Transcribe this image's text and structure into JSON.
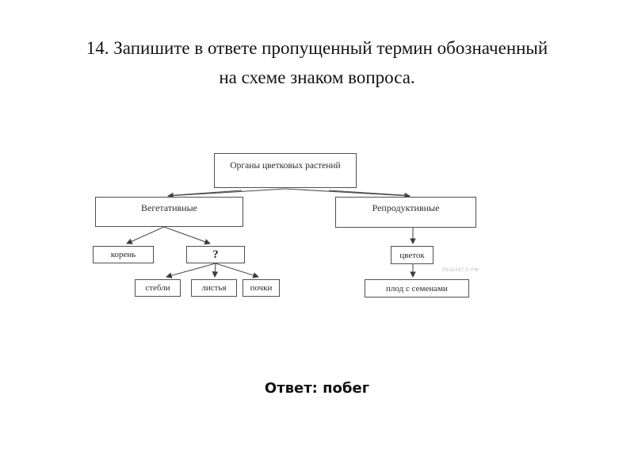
{
  "title": {
    "line1": "14. Запишите в ответе пропущенный термин обозначенный",
    "line2": "на схеме знаком вопроса."
  },
  "diagram": {
    "watermark": "РЕШУЕГЭ.РФ",
    "nodes": {
      "root": "Органы цветковых растений",
      "vegetative": "Вегетативные",
      "reproductive": "Репродуктивные",
      "koren": "корень",
      "unknown": "?",
      "stems": "стебли",
      "leaves": "листья",
      "buds": "почки",
      "flower": "цветок",
      "fruit": "плод с семенами"
    },
    "edges": [
      {
        "from": "root",
        "to": "vegetative"
      },
      {
        "from": "root",
        "to": "reproductive"
      },
      {
        "from": "vegetative",
        "to": "koren"
      },
      {
        "from": "vegetative",
        "to": "unknown"
      },
      {
        "from": "unknown",
        "to": "stems"
      },
      {
        "from": "unknown",
        "to": "leaves"
      },
      {
        "from": "unknown",
        "to": "buds"
      },
      {
        "from": "reproductive",
        "to": "flower"
      },
      {
        "from": "flower",
        "to": "fruit"
      }
    ],
    "colors": {
      "stroke": "#4f4f4f",
      "text": "#2e2e2e",
      "watermark": "#c2c2c2"
    }
  },
  "answer": {
    "text": "Ответ: побег"
  }
}
